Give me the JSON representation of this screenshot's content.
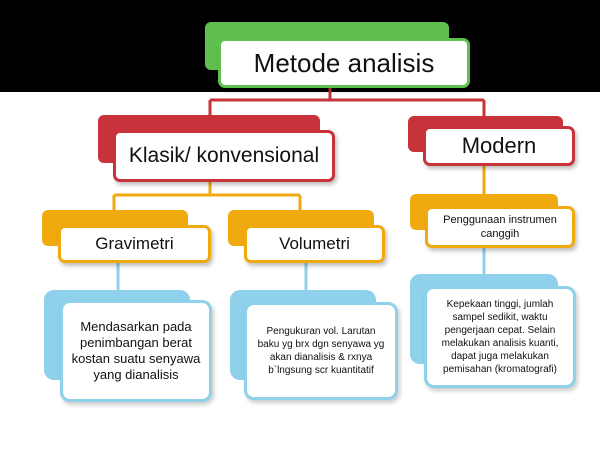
{
  "colors": {
    "green": "#5fbf4f",
    "red": "#c8323a",
    "orange": "#f0aa10",
    "blue": "#8fd0ea",
    "blue_border": "#5aa9d2",
    "background_top": "#000000"
  },
  "root": {
    "label": "Metode analisis"
  },
  "branches": [
    {
      "label": "Klasik/ konvensional",
      "children": [
        {
          "label": "Gravimetri",
          "description": "Mendasarkan pada penimbangan berat kostan suatu senyawa yang dianalisis"
        },
        {
          "label": "Volumetri",
          "description": "Pengukuran vol. Larutan baku yg brx dgn senyawa yg akan dianalisis & rxnya b`lngsung scr kuantitatif"
        }
      ]
    },
    {
      "label": "Modern",
      "children": [
        {
          "label": "Penggunaan instrumen canggih",
          "description": "Kepekaan tinggi, jumlah sampel sedikit, waktu pengerjaan cepat. Selain melakukan analisis kuanti, dapat juga melakukan pemisahan (kromatografi)"
        }
      ]
    }
  ]
}
